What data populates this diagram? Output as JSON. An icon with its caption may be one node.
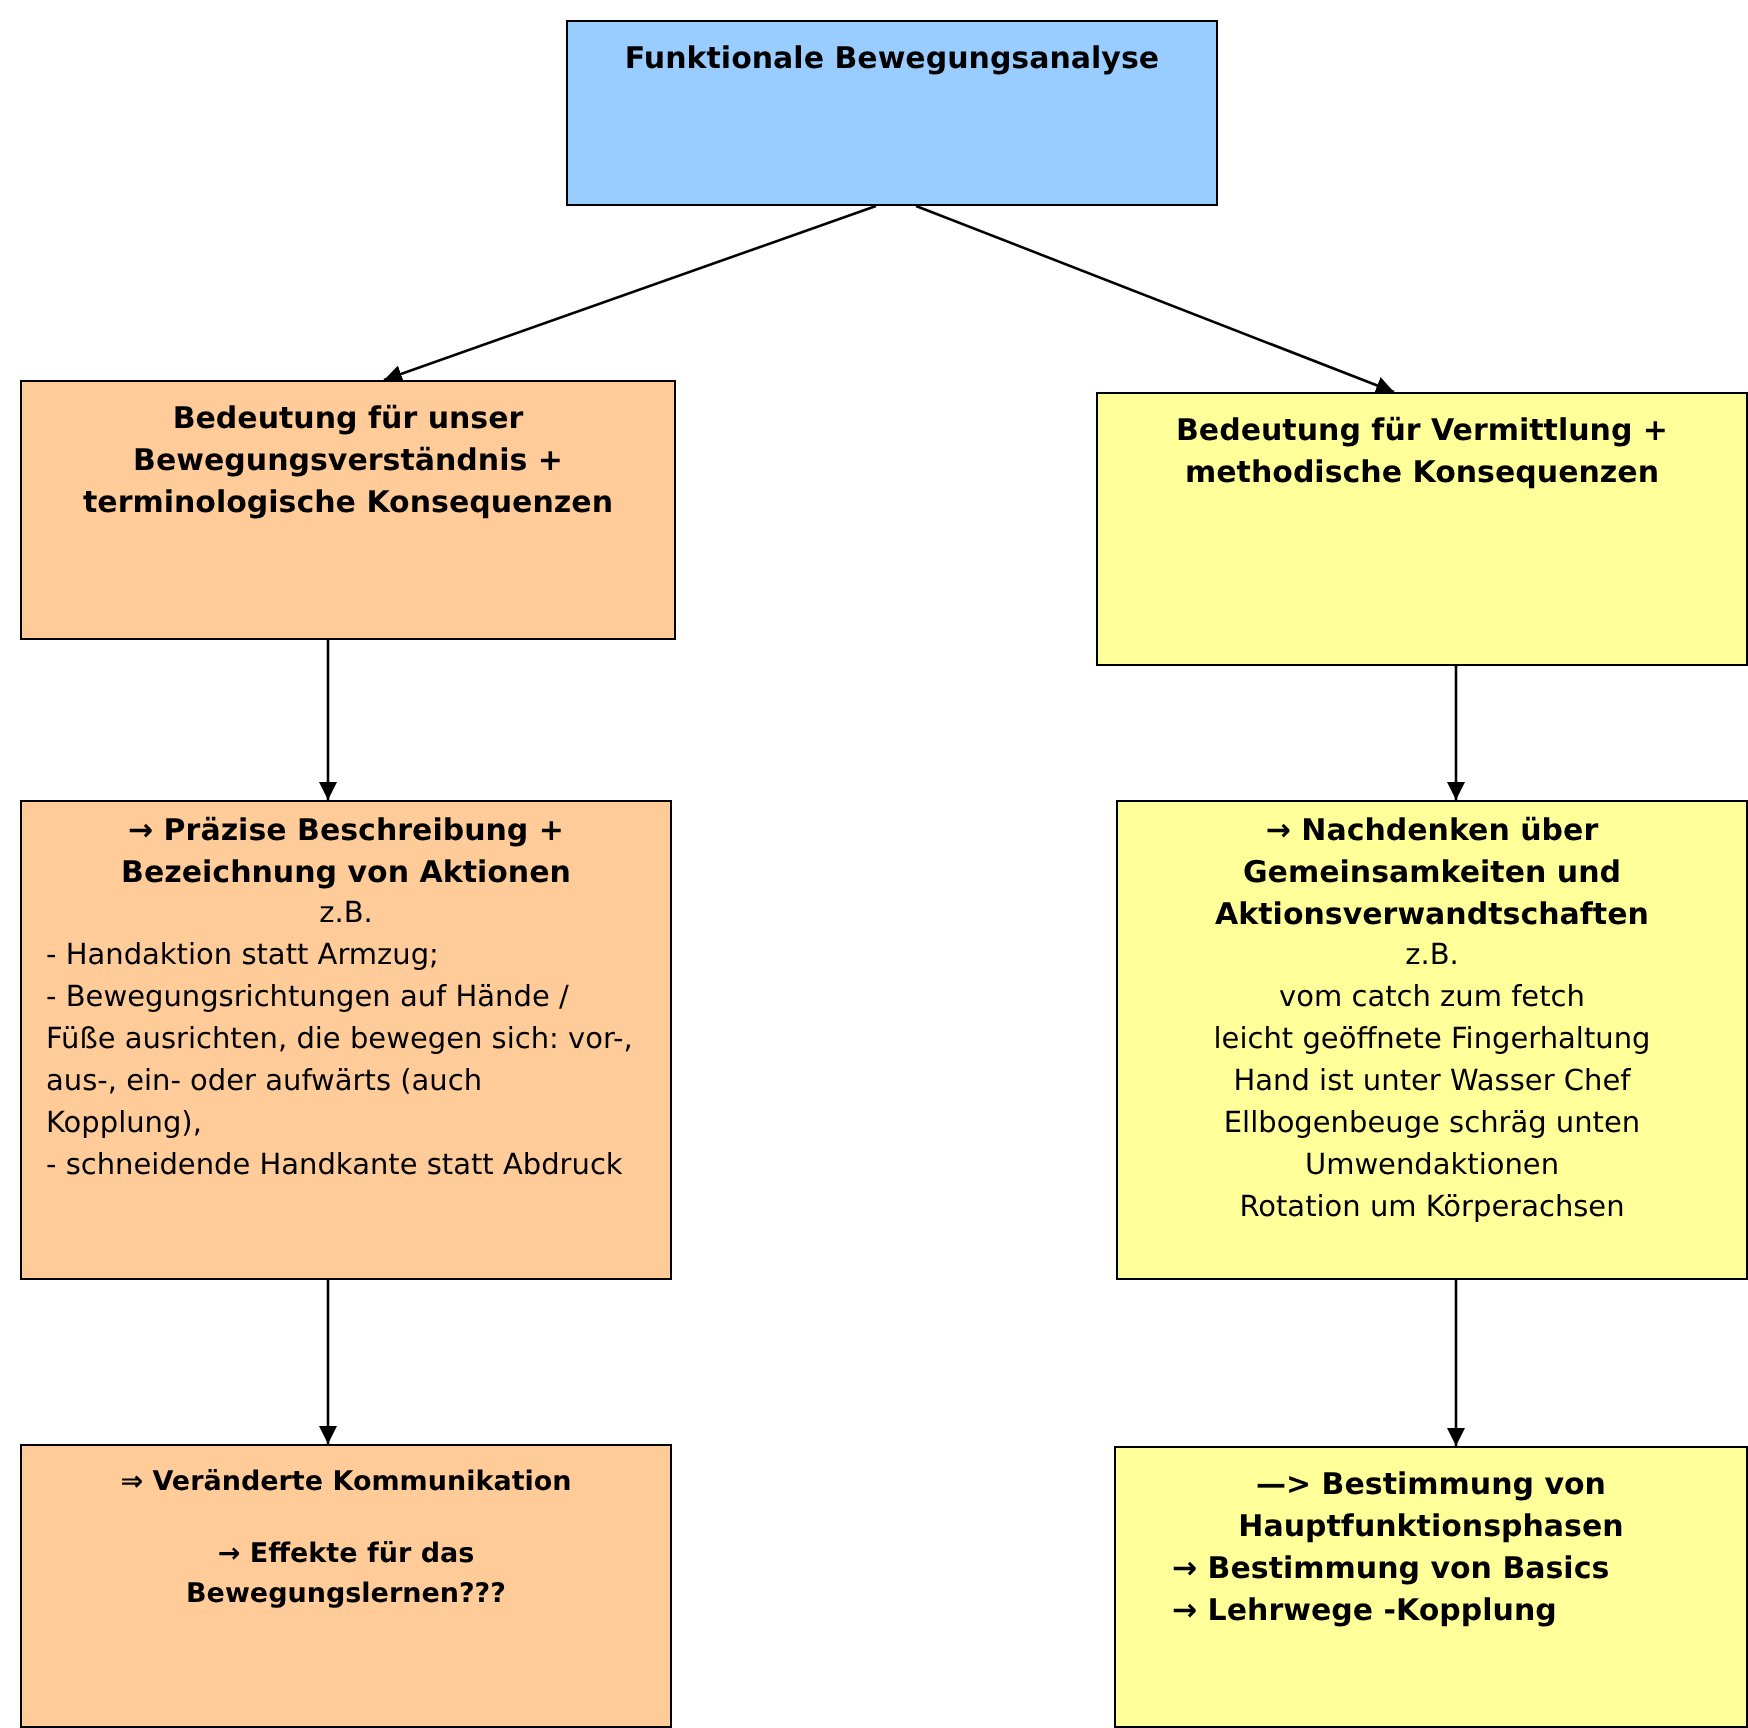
{
  "diagram": {
    "nodes": [
      {
        "text": [
          "Funktionale Bewegungsanalyse"
        ]
      },
      {
        "text": [
          "Bedeutung für unser Bewegungsverständnis + terminologische Konsequenzen"
        ]
      },
      {
        "text": [
          "Bedeutung für Vermittlung + methodische Konsequenzen"
        ]
      },
      {
        "text": [
          "→ Präzise Beschreibung + Bezeichnung von Aktionen",
          "z.B.",
          "- Handaktion statt Armzug;",
          "- Bewegungsrichtungen auf Hände / Füße ausrichten, die bewegen sich: vor-, aus-, ein- oder aufwärts (auch Kopplung),",
          "- schneidende Handkante statt Abdruck"
        ]
      },
      {
        "text": [
          "→ Nachdenken über Gemeinsamkeiten und Aktionsverwandtschaften",
          "z.B.",
          "vom catch zum fetch",
          "leicht geöffnete Fingerhaltung",
          "Hand ist unter Wasser Chef",
          "Ellbogenbeuge schräg unten",
          "Umwendaktionen",
          "Rotation um Körperachsen"
        ]
      },
      {
        "text": [
          "⇒ Veränderte Kommunikation",
          "→ Effekte für das Bewegungslernen???"
        ]
      },
      {
        "text": [
          "—> Bestimmung von Hauptfunktionsphasen",
          "→ Bestimmung von Basics",
          "→ Lehrwege -Kopplung"
        ]
      }
    ],
    "edges": [
      {
        "from": 0,
        "to": 1,
        "arrow": "to"
      },
      {
        "from": 0,
        "to": 2,
        "arrow": "to"
      },
      {
        "from": 1,
        "to": 3,
        "arrow": "to"
      },
      {
        "from": 2,
        "to": 4,
        "arrow": "to"
      },
      {
        "from": 3,
        "to": 5,
        "arrow": "to"
      },
      {
        "from": 4,
        "to": 6,
        "arrow": "to"
      }
    ]
  }
}
